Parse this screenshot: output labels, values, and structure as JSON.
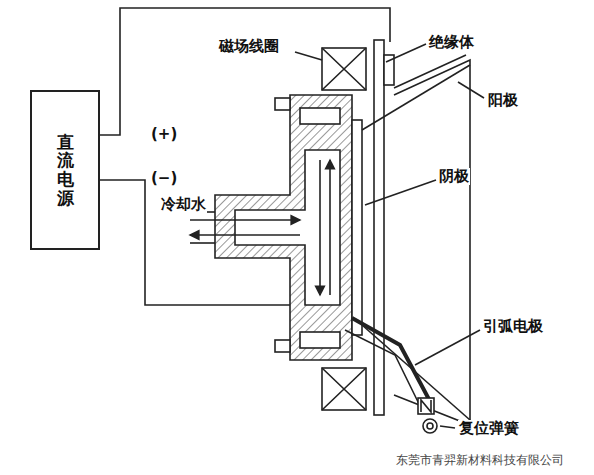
{
  "diagram": {
    "nodes": [
      {
        "text": [
          "直流电源"
        ]
      }
    ],
    "labels": [
      "(+)",
      "(−)",
      "磁场线圈",
      "绝缘体",
      "阳极",
      "阴极",
      "冷却水",
      "引弧电极",
      "复位弹簧",
      "东莞市青羿新材料科技有限公司"
    ]
  }
}
